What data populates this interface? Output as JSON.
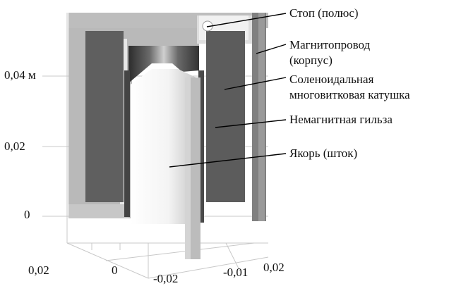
{
  "axes": {
    "z_ticks": [
      "0,04 м",
      "0,02",
      "0"
    ],
    "x_ticks": [
      "0,02",
      "0",
      "-0,02"
    ],
    "y_ticks": [
      "-0,01",
      "0,02"
    ]
  },
  "labels": [
    "Стоп (полюс)",
    "Магнитопровод",
    "(корпус)",
    "Соленоидальная",
    "многовитковая катушка",
    "Немагнитная гильза",
    "Якорь (шток)"
  ]
}
